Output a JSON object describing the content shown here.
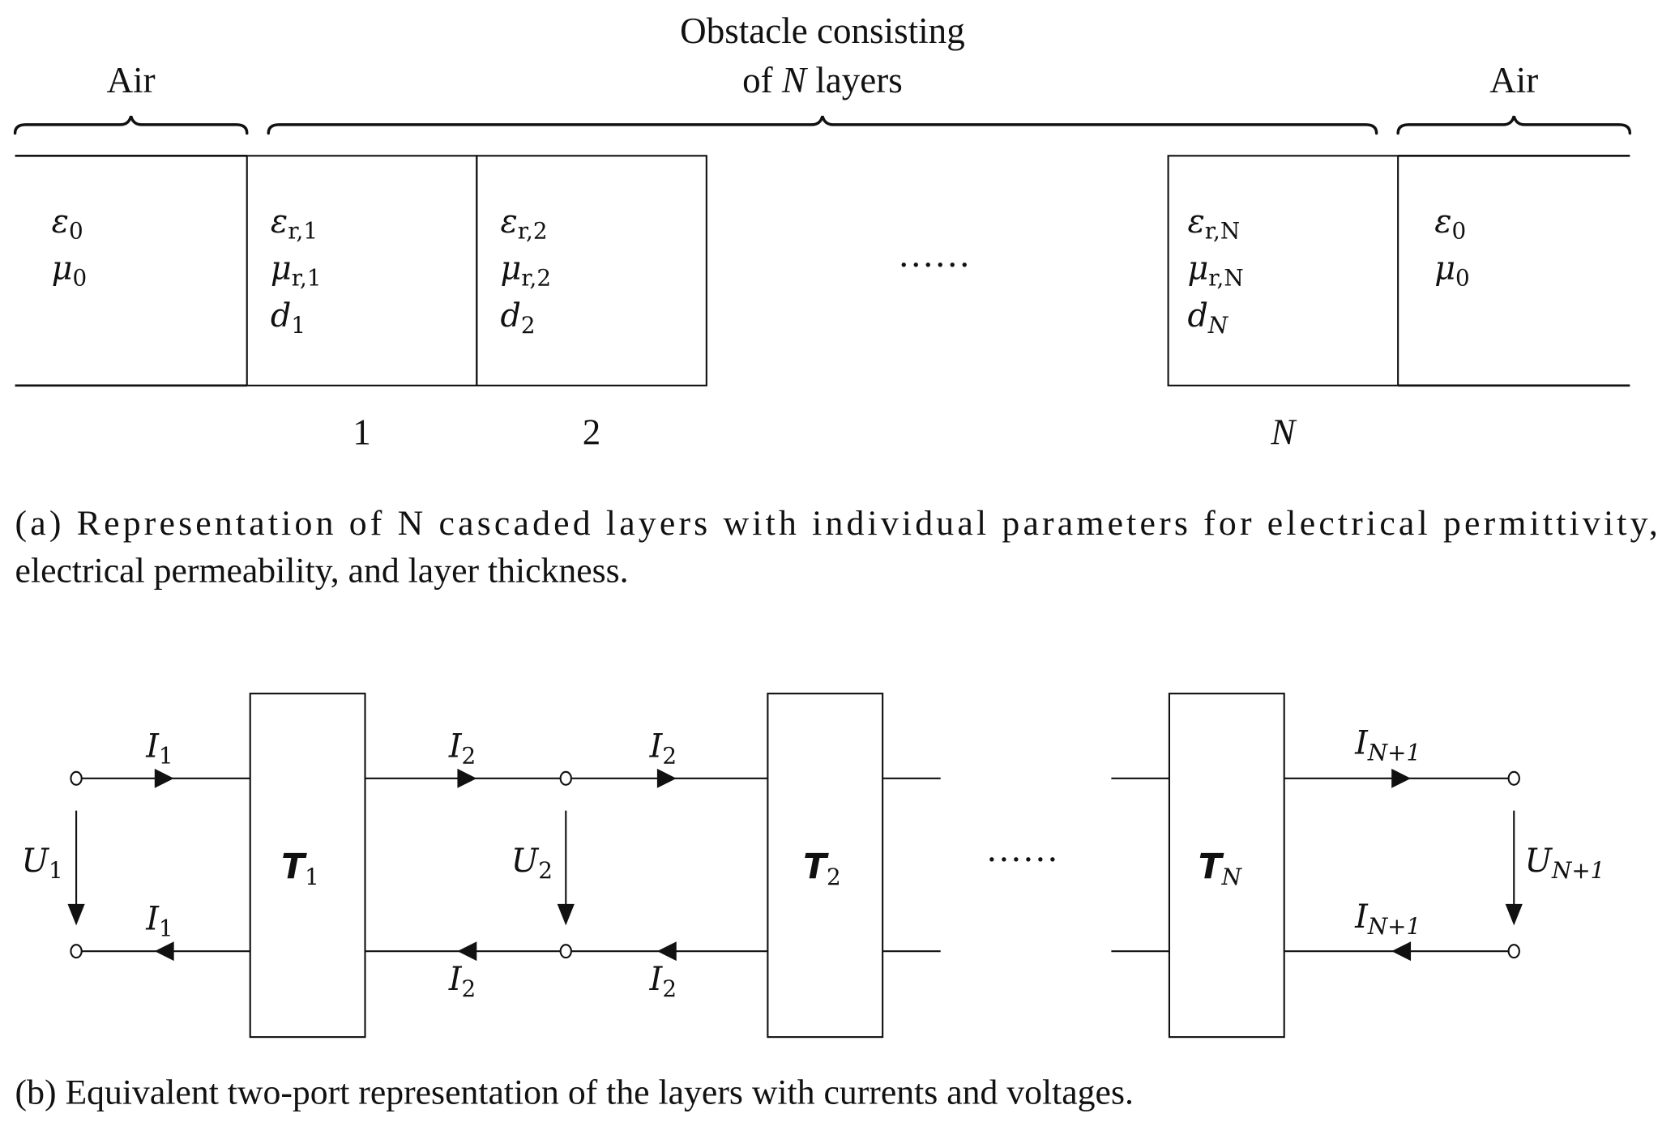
{
  "figure_a": {
    "top_labels": {
      "air_left": "Air",
      "obstacle_line1": "Obstacle consisting",
      "obstacle_line2_pre": "of ",
      "obstacle_line2_var": "N",
      "obstacle_line2_post": " layers",
      "air_right": "Air"
    },
    "regions": [
      {
        "id": "air-left",
        "params": [
          {
            "sym": "ε",
            "sub": "0",
            "sub_italic": false
          },
          {
            "sym": "μ",
            "sub": "0",
            "sub_italic": false
          }
        ],
        "fill": "#ffffff",
        "number": ""
      },
      {
        "id": "layer-1",
        "params": [
          {
            "sym": "ε",
            "sub": "r,1",
            "sub_italic": false
          },
          {
            "sym": "μ",
            "sub": "r,1",
            "sub_italic": false
          },
          {
            "sym": "d",
            "sub": "1",
            "sub_italic": false
          }
        ],
        "fill": "#e1e1e1",
        "number": "1"
      },
      {
        "id": "layer-2",
        "params": [
          {
            "sym": "ε",
            "sub": "r,2",
            "sub_italic": false
          },
          {
            "sym": "μ",
            "sub": "r,2",
            "sub_italic": false
          },
          {
            "sym": "d",
            "sub": "2",
            "sub_italic": false
          }
        ],
        "fill": "#cccccc",
        "number": "2"
      },
      {
        "id": "layer-N",
        "params": [
          {
            "sym": "ε",
            "sub": "r,N",
            "sub_italic": false
          },
          {
            "sym": "μ",
            "sub": "r,N",
            "sub_italic": false
          },
          {
            "sym": "d",
            "sub": "N",
            "sub_italic": true
          }
        ],
        "fill": "#b8b8b8",
        "number": "N"
      },
      {
        "id": "air-right",
        "params": [
          {
            "sym": "ε",
            "sub": "0",
            "sub_italic": false
          },
          {
            "sym": "μ",
            "sub": "0",
            "sub_italic": false
          }
        ],
        "fill": "#ffffff",
        "number": ""
      }
    ],
    "ellipsis": "······",
    "caption": "(a)  Representation of N cascaded layers with individual parameters for electrical permittivity, electrical permeability, and layer thickness.",
    "caption_line1": "(a)  Representation  of  N  cascaded  layers  with  individual  parameters  for  electrical  permittivity,",
    "caption_line2": "electrical permeability, and layer thickness."
  },
  "figure_b": {
    "blocks": [
      {
        "sym": "T",
        "sub": "1"
      },
      {
        "sym": "T",
        "sub": "2"
      },
      {
        "sym": "T",
        "sub": "N"
      }
    ],
    "currents": {
      "i1_top": {
        "sym": "I",
        "sub": "1"
      },
      "i1_bottom": {
        "sym": "I",
        "sub": "1"
      },
      "i2_top_a": {
        "sym": "I",
        "sub": "2"
      },
      "i2_top_b": {
        "sym": "I",
        "sub": "2"
      },
      "i2_bottom_a": {
        "sym": "I",
        "sub": "2"
      },
      "i2_bottom_b": {
        "sym": "I",
        "sub": "2"
      },
      "iN1_top": {
        "sym": "I",
        "sub": "N+1"
      },
      "iN1_bottom": {
        "sym": "I",
        "sub": "N+1"
      }
    },
    "voltages": {
      "u1": {
        "sym": "U",
        "sub": "1"
      },
      "u2": {
        "sym": "U",
        "sub": "2"
      },
      "uN1": {
        "sym": "U",
        "sub": "N+1"
      }
    },
    "ellipsis": "······",
    "caption": "(b)  Equivalent two-port representation of the layers with currents and voltages."
  }
}
